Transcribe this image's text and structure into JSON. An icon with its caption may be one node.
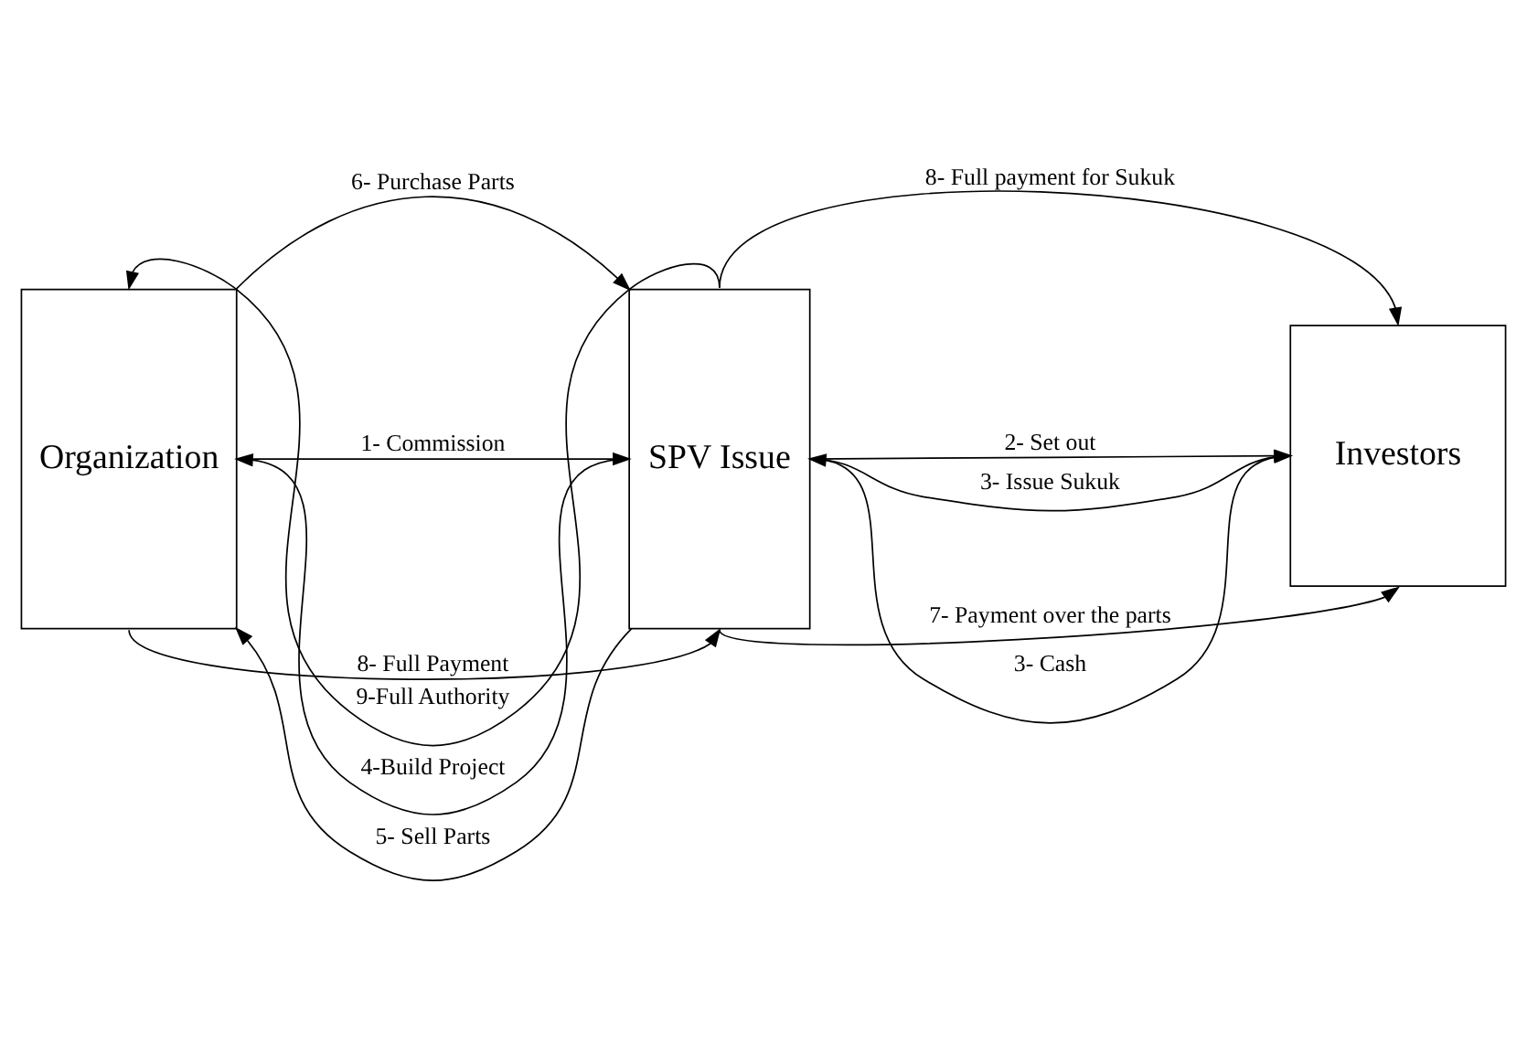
{
  "diagram": {
    "nodes": [
      {
        "text": [
          "Organization"
        ]
      },
      {
        "text": [
          "SPV Issue"
        ]
      },
      {
        "text": [
          "Investors"
        ]
      }
    ],
    "edges": [
      {
        "from": 1,
        "to": 0,
        "arrow": "to",
        "label": "9-Full Authority"
      },
      {
        "from": 0,
        "to": 1,
        "arrow": "to",
        "label": "6- Purchase Parts"
      },
      {
        "from": 0,
        "to": 1,
        "arrow": "to",
        "label": "1- Commission"
      },
      {
        "from": 1,
        "to": 0,
        "arrow": "to",
        "label": "4-Build Project"
      },
      {
        "from": 1,
        "to": 0,
        "arrow": "to",
        "label": "5- Sell Parts"
      },
      {
        "from": 0,
        "to": 1,
        "arrow": "to",
        "label": "8- Full Payment"
      },
      {
        "from": 1,
        "to": 2,
        "arrow": "to",
        "label": "8- Full payment for Sukuk"
      },
      {
        "from": 1,
        "to": 2,
        "arrow": "to",
        "label": "2- Set out"
      },
      {
        "from": 1,
        "to": 2,
        "arrow": "to",
        "label": "3- Issue Sukuk"
      },
      {
        "from": 2,
        "to": 1,
        "arrow": "to",
        "label": "3- Cash"
      },
      {
        "from": 1,
        "to": 2,
        "arrow": "to",
        "label": "7- Payment over the parts"
      }
    ]
  }
}
